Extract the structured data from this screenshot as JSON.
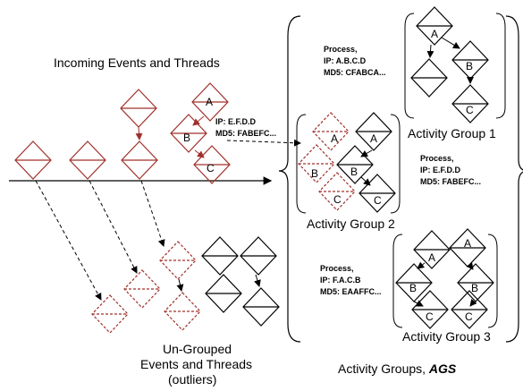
{
  "labels": {
    "incoming": "Incoming Events and Threads",
    "ungrouped_1": "Un-Grouped",
    "ungrouped_2": "Events and Threads",
    "ungrouped_3": "(outliers)",
    "ags_prefix": "Activity Groups, ",
    "ags_name": "AGS"
  },
  "incoming_info": {
    "ip": "IP: E.F.D.D",
    "md5": "MD5: FABEFC..."
  },
  "groups": [
    {
      "title": "Activity Group 1",
      "process": "Process,",
      "ip": "IP: A.B.C.D",
      "md5": "MD5: CFABCA...",
      "nodes": [
        "A",
        "B",
        "C"
      ]
    },
    {
      "title": "Activity Group 2",
      "process": "Process,",
      "ip": "IP: E.F.D.D",
      "md5": "MD5: FABEFC...",
      "nodes": [
        "A",
        "B",
        "C"
      ]
    },
    {
      "title": "Activity Group 3",
      "process": "Process,",
      "ip": "IP: F.A.C.B",
      "md5": "MD5: EAAFFC...",
      "nodes": [
        "A",
        "B",
        "C"
      ]
    }
  ],
  "colors": {
    "event": "#a0302a",
    "grouped": "#000000"
  }
}
